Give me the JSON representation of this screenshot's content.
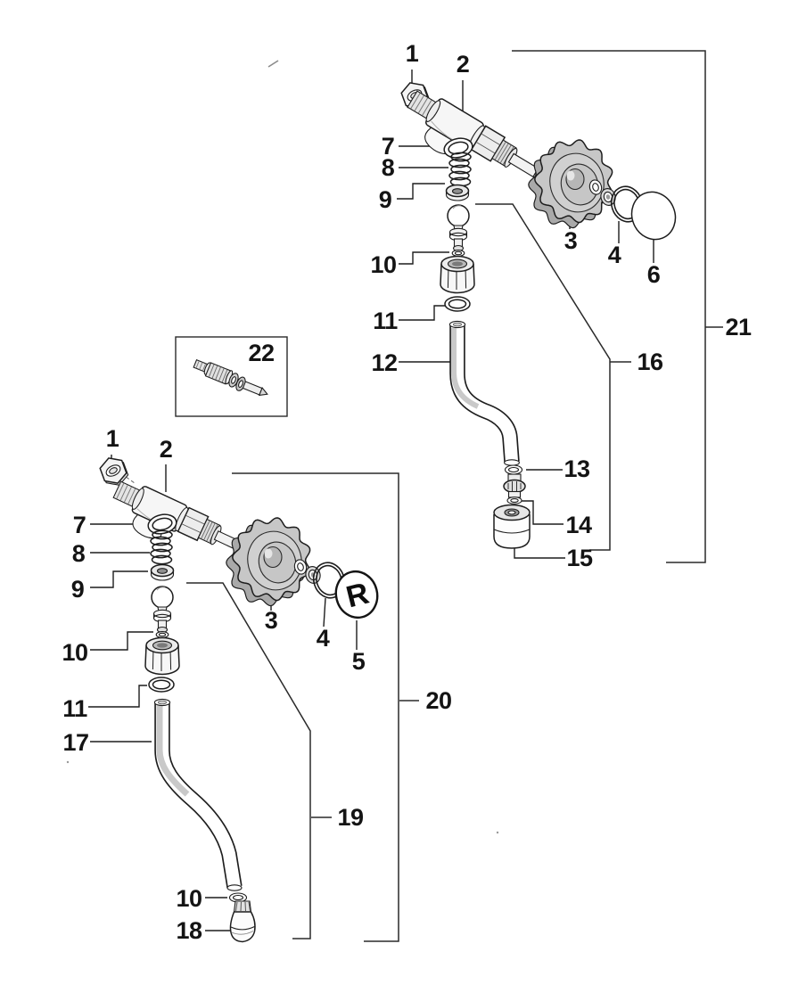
{
  "figure": {
    "type": "exploded-parts-diagram",
    "colors": {
      "ink": "#1d1d1d",
      "paper": "#ffffff",
      "knob_fill": "#c7c7c7"
    }
  },
  "badge": {
    "letter": "R"
  },
  "callouts": {
    "u_1": "1",
    "u_2": "2",
    "u_7": "7",
    "u_8": "8",
    "u_9": "9",
    "u_10": "10",
    "u_11": "11",
    "u_12": "12",
    "u_3": "3",
    "u_4": "4",
    "u_6": "6",
    "u_13": "13",
    "u_14": "14",
    "u_15": "15",
    "b_16": "16",
    "b_21": "21",
    "box_22": "22",
    "l_1": "1",
    "l_2": "2",
    "l_7": "7",
    "l_8": "8",
    "l_9": "9",
    "l_10": "10",
    "l_11": "11",
    "l_17": "17",
    "l_3": "3",
    "l_4": "4",
    "l_5": "5",
    "l_10b": "10",
    "l_18": "18",
    "b_19": "19",
    "b_20": "20"
  }
}
